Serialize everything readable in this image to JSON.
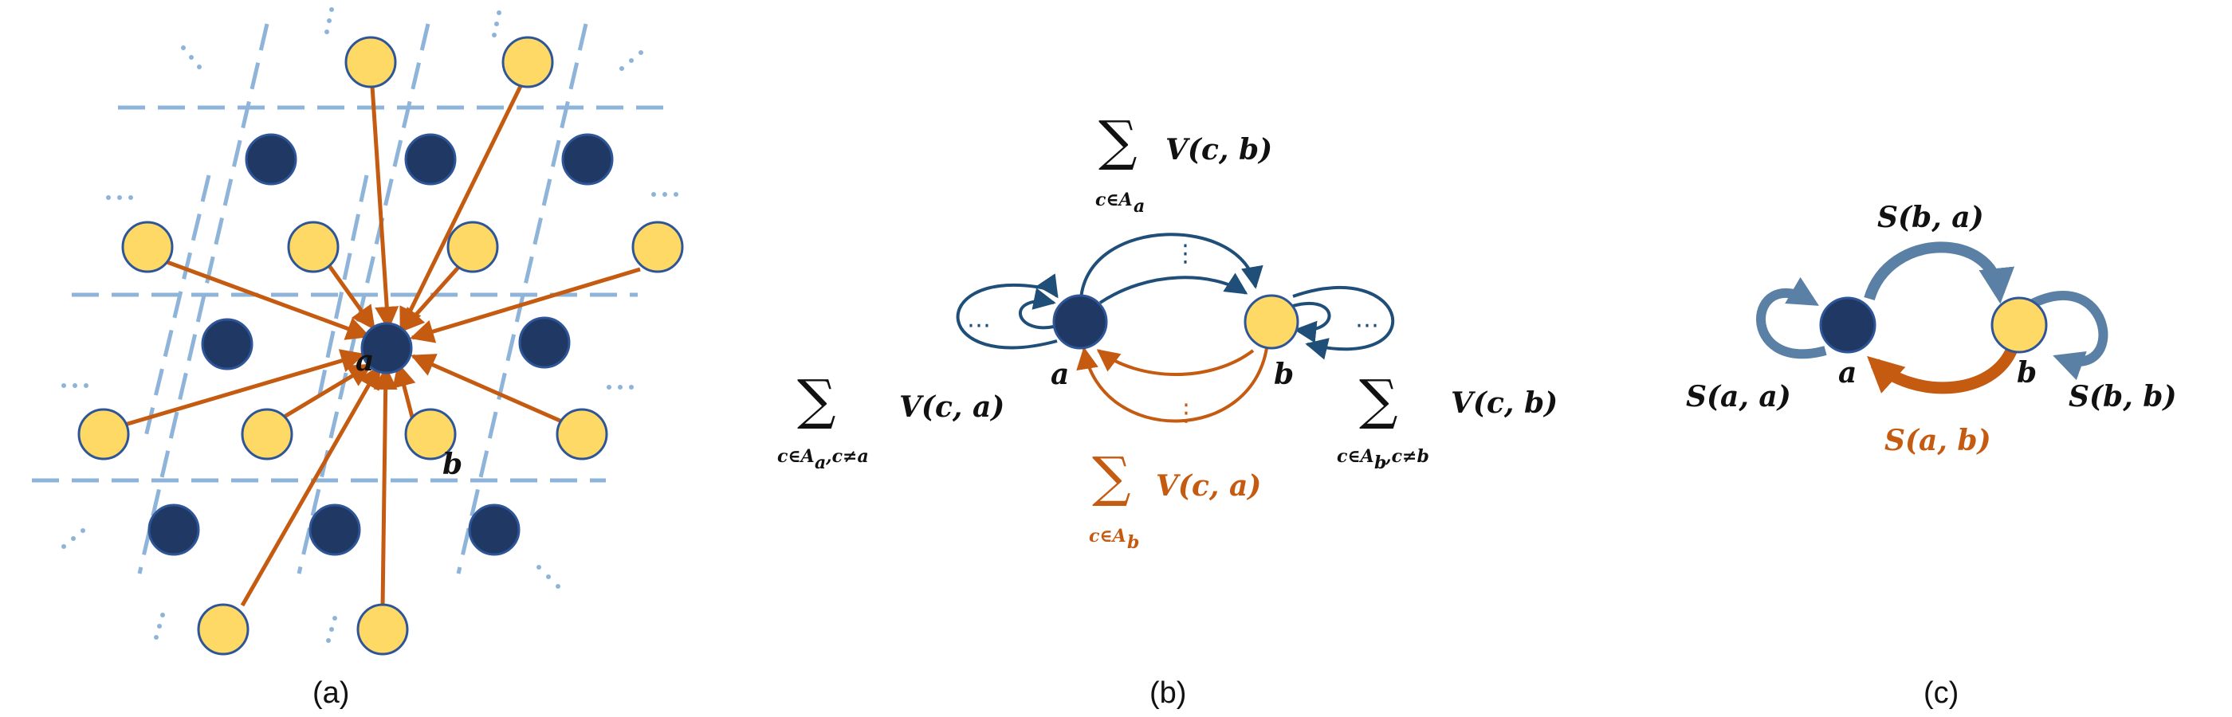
{
  "colors": {
    "navy": "#1f3864",
    "yellow": "#ffd966",
    "node_stroke": "#2e5597",
    "orange": "#c55a11",
    "dark_blue_arrow": "#1f4e79",
    "grid_blue": "#8fb4d9",
    "steel_blue": "#5b80a5"
  },
  "panel_a": {
    "caption": "(a)",
    "label_a": "a",
    "label_b": "b",
    "ellipsis": "⋯",
    "vdots": "⋮"
  },
  "panel_b": {
    "caption": "(b)",
    "label_a": "a",
    "label_b": "b",
    "top": {
      "sum": "∑",
      "expr": "V(c, b)",
      "sub": "c∈A",
      "sub_idx": "a"
    },
    "bottom": {
      "sum": "∑",
      "expr": "V(c, a)",
      "sub": "c∈A",
      "sub_idx": "b"
    },
    "left": {
      "sum": "∑",
      "expr": "V(c, a)",
      "sub": "c∈A",
      "sub_idx": "a",
      "sub_tail": ",c≠a"
    },
    "right": {
      "sum": "∑",
      "expr": "V(c, b)",
      "sub": "c∈A",
      "sub_idx": "b",
      "sub_tail": ",c≠b"
    },
    "ellipsis": "⋯",
    "vdots": "⋮"
  },
  "panel_c": {
    "caption": "(c)",
    "label_a": "a",
    "label_b": "b",
    "s_ba": "S(b, a)",
    "s_aa": "S(a, a)",
    "s_bb": "S(b, b)",
    "s_ab": "S(a, b)"
  }
}
